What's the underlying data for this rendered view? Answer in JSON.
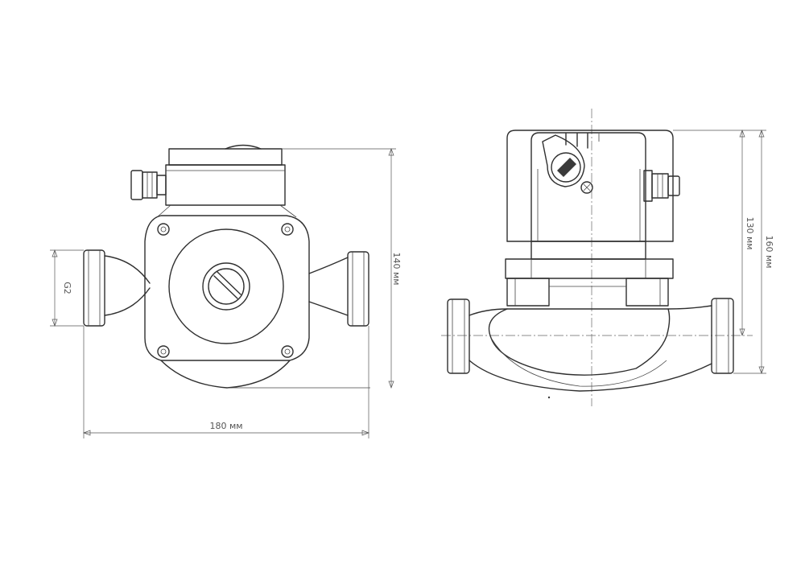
{
  "dimensions": {
    "width_front": "180 мм",
    "height_front": "140 мм",
    "thread": "G2",
    "height_axis_side": "130 мм",
    "height_total_side": "160 мм"
  },
  "colors": {
    "line": "#2f2f2f",
    "dimension": "#555555",
    "background": "#ffffff"
  }
}
